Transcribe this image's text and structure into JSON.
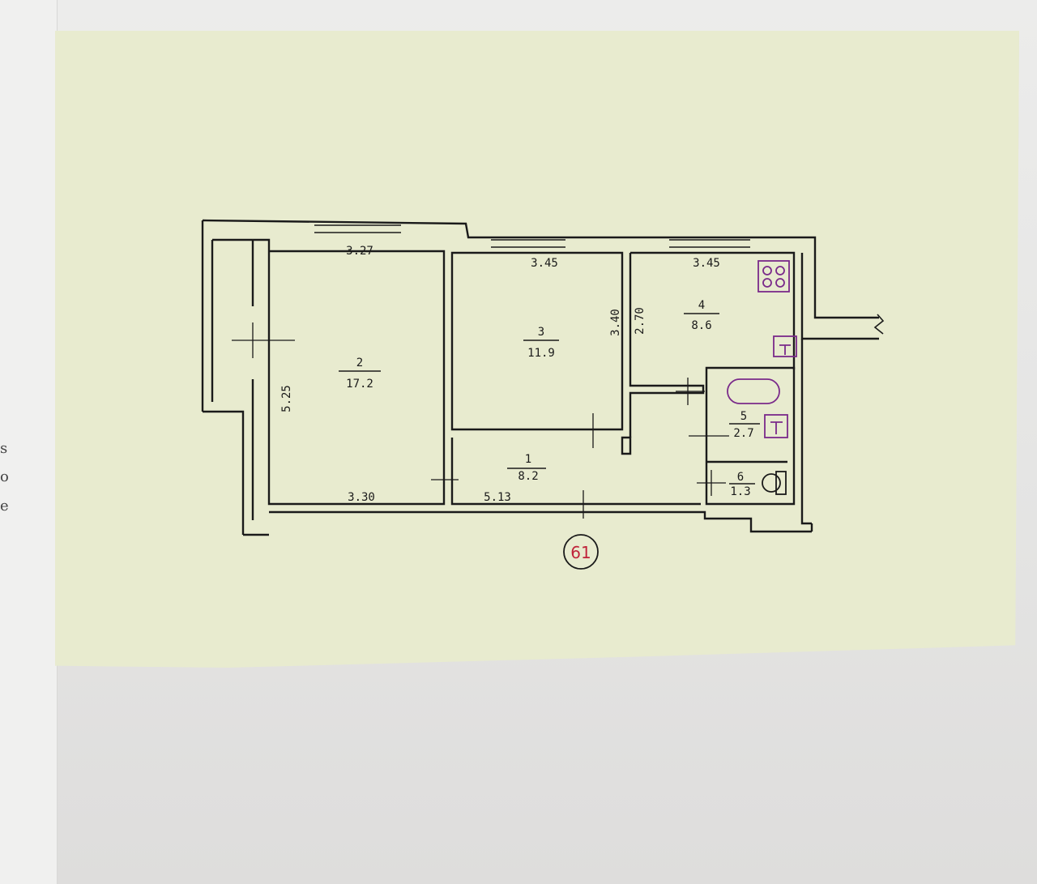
{
  "plan_number": "61",
  "rooms": [
    {
      "id": "1",
      "area": "8.2"
    },
    {
      "id": "2",
      "area": "17.2"
    },
    {
      "id": "3",
      "area": "11.9"
    },
    {
      "id": "4",
      "area": "8.6"
    },
    {
      "id": "5",
      "area": "2.7"
    },
    {
      "id": "6",
      "area": "1.3"
    }
  ],
  "dimensions": {
    "room2_top": "3.27",
    "room2_bottom": "3.30",
    "room2_side": "5.25",
    "room3_top": "3.45",
    "room3_side": "3.40",
    "room4_top": "3.45",
    "room4_side": "2.70",
    "room1_bottom": "5.13"
  },
  "colors": {
    "paper": "#e8ebcf",
    "ink": "#1a1a1a",
    "fixtures": "#7a2a8a",
    "stamp": "#c0233a"
  },
  "margin_glyphs": [
    "s",
    "o",
    "e"
  ]
}
